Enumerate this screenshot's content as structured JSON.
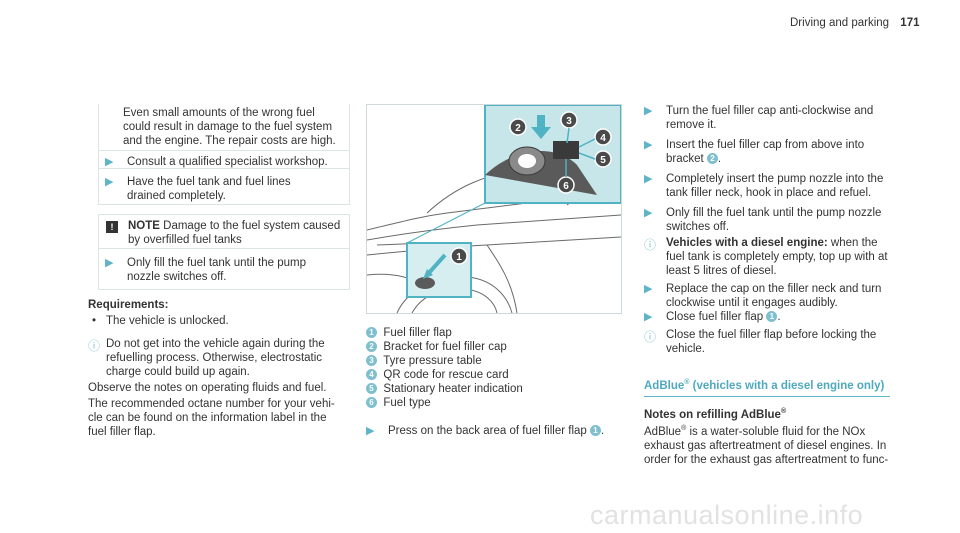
{
  "header": {
    "section": "Driving and parking",
    "page_number": "171"
  },
  "left": {
    "warning_box": {
      "lines": [
        "Even small amounts of the wrong fuel",
        "could result in damage to the fuel system",
        "and the engine. The repair costs are high."
      ],
      "steps": [
        {
          "lines": [
            "Consult a qualified specialist workshop."
          ]
        },
        {
          "lines": [
            "Have the fuel tank and fuel lines",
            "drained completely."
          ]
        }
      ]
    },
    "note_box": {
      "icon": "!",
      "label": "NOTE",
      "lines": [
        "Damage to the fuel system caused",
        "by overfilled fuel tanks"
      ],
      "step": [
        "Only fill the fuel tank until the pump",
        "nozzle switches off."
      ]
    },
    "requirements": {
      "title": "Requirements:",
      "bullet": "The vehicle is unlocked.",
      "bullet_symbol": "•"
    },
    "info": {
      "icon": "ⓘ",
      "lines": [
        "Do not get into the vehicle again during the",
        "refuelling process. Otherwise, electrostatic",
        "charge could build up again."
      ]
    },
    "paragraphs": [
      [
        "Observe the notes on operating fluids and fuel."
      ],
      [
        "The recommended octane number for your vehi-",
        "cle can be found on the information label in the",
        "fuel filler flap."
      ]
    ]
  },
  "middle": {
    "figure": {
      "callouts": [
        "1",
        "2",
        "3",
        "4",
        "5",
        "6"
      ],
      "accent_color": "#4fb3c4",
      "panel_color": "#c7e6ea"
    },
    "legend": [
      {
        "n": "1",
        "label": "Fuel filler flap"
      },
      {
        "n": "2",
        "label": "Bracket for fuel filler cap"
      },
      {
        "n": "3",
        "label": "Tyre pressure table"
      },
      {
        "n": "4",
        "label": "QR code for rescue card"
      },
      {
        "n": "5",
        "label": "Stationary heater indication"
      },
      {
        "n": "6",
        "label": "Fuel type"
      }
    ],
    "step": {
      "text": "Press on the back area of fuel filler flap",
      "ref": "1",
      "end": "."
    }
  },
  "right": {
    "steps": [
      {
        "lines": [
          "Turn the fuel filler cap anti-clockwise and",
          "remove it."
        ]
      },
      {
        "lines": [
          "Insert the fuel filler cap from above into"
        ],
        "last": "bracket",
        "ref": "2",
        "end": "."
      },
      {
        "lines": [
          "Completely insert the pump nozzle into the",
          "tank filler neck, hook in place and refuel."
        ]
      },
      {
        "lines": [
          "Only fill the fuel tank until the pump nozzle",
          "switches off."
        ]
      }
    ],
    "diesel_info": {
      "bold": "Vehicles with a diesel engine:",
      "rest": " when the",
      "lines": [
        "fuel tank is completely empty, top up with at",
        "least 5 litres of diesel."
      ]
    },
    "steps2": [
      {
        "lines": [
          "Replace the cap on the filler neck and turn",
          "clockwise until it engages audibly."
        ]
      },
      {
        "text": "Close fuel filler flap",
        "ref": "1",
        "end": "."
      }
    ],
    "info2": {
      "lines": [
        "Close the fuel filler flap before locking the",
        "vehicle."
      ]
    },
    "adblue_heading": {
      "pre": "AdBlue",
      "reg": "®",
      "post": " (vehicles with a diesel engine only)"
    },
    "notes_heading": {
      "pre": "Notes on refilling AdBlue",
      "reg": "®"
    },
    "adblue_text": {
      "first_pre": "AdBlue",
      "reg": "®",
      "first_post": " is a water-soluble fluid for the NOx",
      "lines": [
        "exhaust gas aftertreatment of diesel engines. In",
        "order for the exhaust gas aftertreatment to func-"
      ]
    }
  },
  "watermark": "carmanualsonline.info",
  "colors": {
    "accent": "#5fb4c8",
    "separator": "#dde4e6",
    "text": "#333333"
  }
}
